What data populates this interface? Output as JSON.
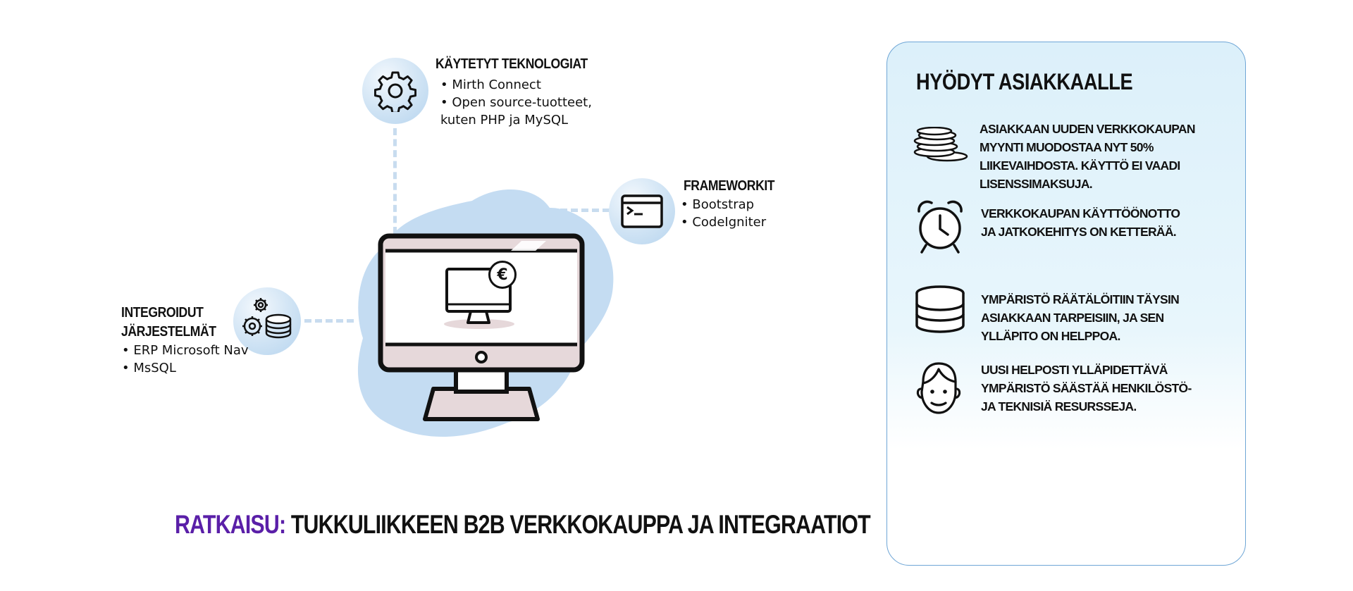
{
  "technologies": {
    "title": "KÄYTETYT TEKNOLOGIAT",
    "items": [
      "• Mirth Connect",
      "• Open source-tuotteet,",
      "kuten PHP ja MySQL"
    ]
  },
  "frameworks": {
    "title": "FRAMEWORKIT",
    "items": [
      "• Bootstrap",
      "• CodeIgniter"
    ]
  },
  "integrations": {
    "title_line1": "INTEGROIDUT",
    "title_line2": "JÄRJESTELMÄT",
    "items": [
      "• ERP Microsoft  Nav",
      "• MsSQL"
    ]
  },
  "monitor_badge": "€",
  "solution": {
    "prefix": "RATKAISU:",
    "text": " TUKKULIIKKEEN B2B VERKKOKAUPPA JA INTEGRAATIOT",
    "prefix_color": "#5a1fa8"
  },
  "benefits": {
    "title": "HYÖDYT ASIAKKAALLE",
    "items": [
      {
        "icon": "coins-icon",
        "text": "ASIAKKAAN UUDEN VERKKOKAUPAN MYYNTI MUODOSTAA NYT 50% LIIKEVAIHDOSTA. KÄYTTÖ EI VAADI LISENSSIMAKSUJA."
      },
      {
        "icon": "alarm-clock-icon",
        "text": "VERKKOKAUPAN KÄYTTÖÖNOTTO  JA JATKOKEHITYS ON KETTERÄÄ."
      },
      {
        "icon": "database-icon",
        "text": "YMPÄRISTÖ RÄÄTÄLÖITIIN TÄYSIN ASIAKKAAN TARPEISIIN, JA SEN YLLÄPITO ON HELPPOA."
      },
      {
        "icon": "smiling-face-icon",
        "text": "UUSI HELPOSTI YLLÄPIDETTÄVÄ YMPÄRISTÖ SÄÄSTÄÄ HENKILÖSTÖ- JA TEKNISIÄ RESURSSEJA."
      }
    ]
  },
  "colors": {
    "accent_light_blue": "#c8dcef",
    "panel_border": "#6fa6d6",
    "monitor_frame": "#111111",
    "monitor_bezel": "#e6d8da"
  }
}
